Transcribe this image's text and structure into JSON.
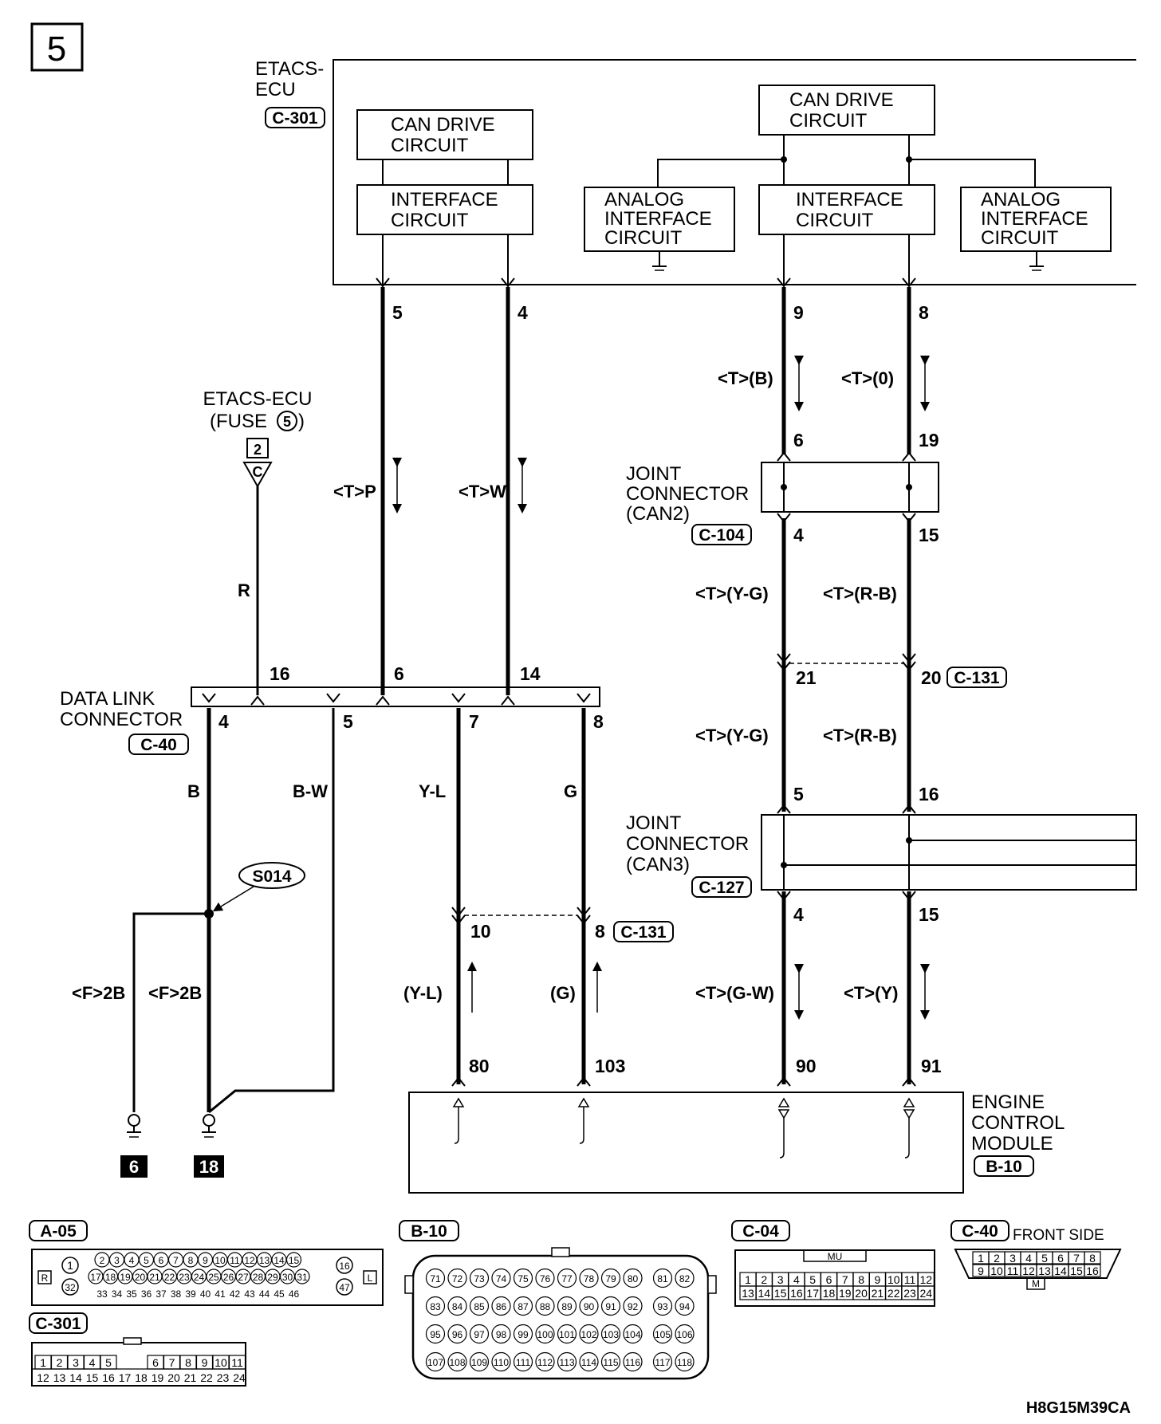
{
  "page_number": "5",
  "etacs_ecu": {
    "title_line1": "ETACS-",
    "title_line2": "ECU",
    "connector": "C-301",
    "can_drive_left_1": "CAN DRIVE",
    "can_drive_left_2": "CIRCUIT",
    "interface_left_1": "INTERFACE",
    "interface_left_2": "CIRCUIT",
    "can_drive_right_1": "CAN DRIVE",
    "can_drive_right_2": "CIRCUIT",
    "analog_left_1": "ANALOG",
    "analog_left_2": "INTERFACE",
    "analog_left_3": "CIRCUIT",
    "interface_right_1": "INTERFACE",
    "interface_right_2": "CIRCUIT",
    "analog_right_1": "ANALOG",
    "analog_right_2": "INTERFACE",
    "analog_right_3": "CIRCUIT"
  },
  "pins": {
    "etacs_5": "5",
    "etacs_4": "4",
    "etacs_9": "9",
    "etacs_8": "8",
    "jc2_in_l": "6",
    "jc2_in_r": "19",
    "jc2_out_l": "4",
    "jc2_out_r": "15",
    "c131_l": "21",
    "c131_r": "20",
    "jc3_in_l": "5",
    "jc3_in_r": "16",
    "jc3_out_l": "4",
    "jc3_out_r": "15",
    "dlc_16": "16",
    "dlc_6": "6",
    "dlc_14": "14",
    "dlc_4": "4",
    "dlc_5": "5",
    "dlc_7": "7",
    "dlc_8": "8",
    "c131b_l": "10",
    "c131b_r": "8",
    "ecm_80": "80",
    "ecm_103": "103",
    "ecm_90": "90",
    "ecm_91": "91"
  },
  "wire_codes": {
    "tp": "<T>P",
    "tw": "<T>W",
    "r": "R",
    "tb": "<T>(B)",
    "to": "<T>(0)",
    "tyg1": "<T>(Y-G)",
    "trb1": "<T>(R-B)",
    "tyg2": "<T>(Y-G)",
    "trb2": "<T>(R-B)",
    "b": "B",
    "bw": "B-W",
    "yl": "Y-L",
    "g": "G",
    "f2b_1": "<F>2B",
    "f2b_2": "<F>2B",
    "yl_p": "(Y-L)",
    "g_p": "(G)",
    "tgw": "<T>(G-W)",
    "ty": "<T>(Y)"
  },
  "fuse": {
    "line1": "ETACS-ECU",
    "line2_pre": "(FUSE",
    "fuse_no": "5",
    "line2_post": ")",
    "box_no": "2",
    "tri": "C"
  },
  "joint_can2": {
    "line1": "JOINT",
    "line2": "CONNECTOR",
    "line3": "(CAN2)",
    "connector": "C-104"
  },
  "joint_can3": {
    "line1": "JOINT",
    "line2": "CONNECTOR",
    "line3": "(CAN3)",
    "connector": "C-127"
  },
  "c131_upper": "C-131",
  "c131_lower": "C-131",
  "dlc": {
    "line1": "DATA LINK",
    "line2": "CONNECTOR",
    "connector": "C-40"
  },
  "splice": "S014",
  "grounds": {
    "g1": "6",
    "g2": "18"
  },
  "ecm": {
    "line1": "ENGINE",
    "line2": "CONTROL",
    "line3": "MODULE",
    "connector": "B-10"
  },
  "views": {
    "a05": {
      "label": "A-05",
      "row1": [
        "2",
        "3",
        "4",
        "5",
        "6",
        "7",
        "8",
        "9",
        "10",
        "11",
        "12",
        "13",
        "14",
        "15"
      ],
      "row2": [
        "17",
        "18",
        "19",
        "20",
        "21",
        "22",
        "23",
        "24",
        "25",
        "26",
        "27",
        "28",
        "29",
        "30",
        "31"
      ],
      "row3": [
        "33",
        "34",
        "35",
        "36",
        "37",
        "38",
        "39",
        "40",
        "41",
        "42",
        "43",
        "44",
        "45",
        "46"
      ],
      "left_top": "1",
      "left_bottom": "32",
      "right_top": "16",
      "right_bottom": "47",
      "mark_r": "R",
      "mark_l": "L"
    },
    "c301": {
      "label": "C-301",
      "row1_left": [
        "1",
        "2",
        "3",
        "4",
        "5"
      ],
      "row1_right": [
        "6",
        "7",
        "8",
        "9",
        "10",
        "11"
      ],
      "row2": [
        "12",
        "13",
        "14",
        "15",
        "16",
        "17",
        "18",
        "19",
        "20",
        "21",
        "22",
        "23",
        "24"
      ]
    },
    "b10": {
      "label": "B-10",
      "row1": [
        "71",
        "72",
        "73",
        "74",
        "75",
        "76",
        "77",
        "78",
        "79",
        "80",
        "81",
        "82"
      ],
      "row2": [
        "83",
        "84",
        "85",
        "86",
        "87",
        "88",
        "89",
        "90",
        "91",
        "92",
        "93",
        "94"
      ],
      "row3": [
        "95",
        "96",
        "97",
        "98",
        "99",
        "100",
        "101",
        "102",
        "103",
        "104",
        "105",
        "106"
      ],
      "row4": [
        "107",
        "108",
        "109",
        "110",
        "111",
        "112",
        "113",
        "114",
        "115",
        "116",
        "117",
        "118"
      ]
    },
    "c04": {
      "label": "C-04",
      "mark": "MU",
      "row1": [
        "1",
        "2",
        "3",
        "4",
        "5",
        "6",
        "7",
        "8",
        "9",
        "10",
        "11",
        "12"
      ],
      "row2": [
        "13",
        "14",
        "15",
        "16",
        "17",
        "18",
        "19",
        "20",
        "21",
        "22",
        "23",
        "24"
      ]
    },
    "c40": {
      "label": "C-40",
      "caption": "FRONT SIDE",
      "row1": [
        "1",
        "2",
        "3",
        "4",
        "5",
        "6",
        "7",
        "8"
      ],
      "row2": [
        "9",
        "10",
        "11",
        "12",
        "13",
        "14",
        "15",
        "16"
      ],
      "mark": "M"
    }
  },
  "doc_code": "H8G15M39CA"
}
